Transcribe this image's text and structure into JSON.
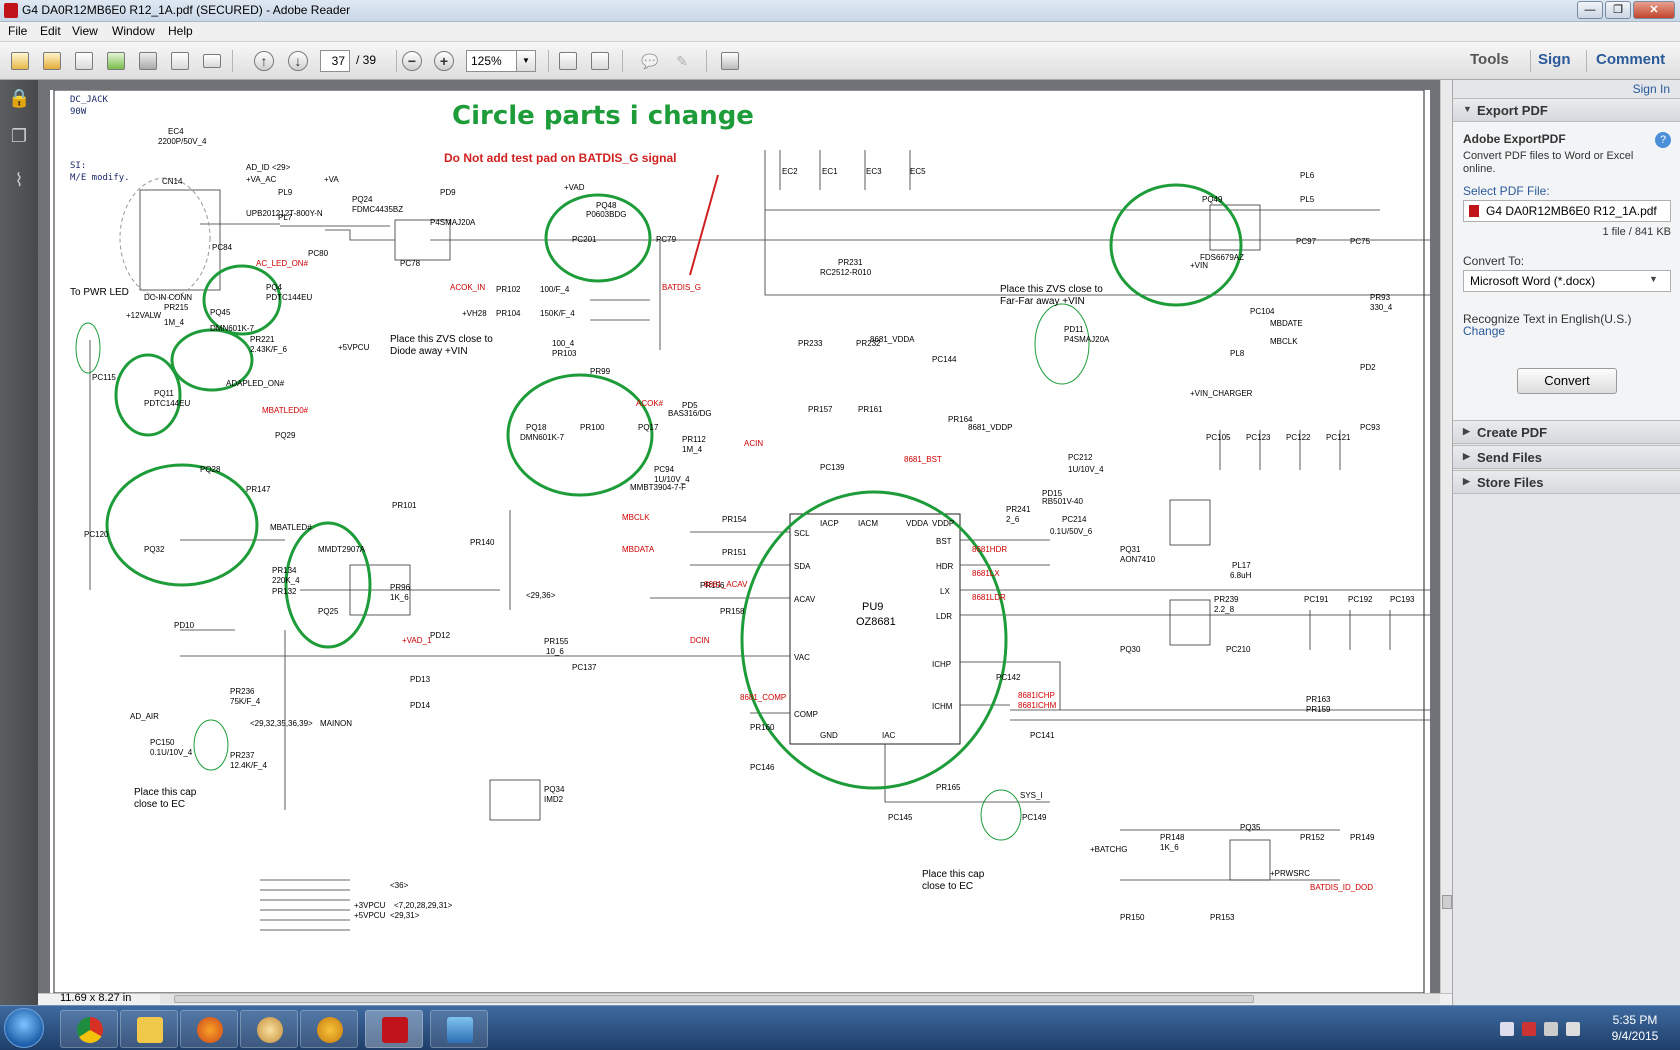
{
  "window": {
    "title": "G4 DA0R12MB6E0 R12_1A.pdf (SECURED) - Adobe Reader",
    "controls": {
      "minimize": "—",
      "maximize": "❐",
      "close": "✕"
    }
  },
  "menu": [
    "File",
    "Edit",
    "View",
    "Window",
    "Help"
  ],
  "toolbar": {
    "page_current": "37",
    "page_total": "/ 39",
    "zoom": "125%",
    "right_links": {
      "tools": "Tools",
      "sign": "Sign",
      "comment": "Comment"
    }
  },
  "status": {
    "page_size": "11.69 x 8.27 in"
  },
  "right_pane": {
    "sign_in": "Sign In",
    "export_pdf": {
      "header": "Export PDF",
      "title": "Adobe ExportPDF",
      "description": "Convert PDF files to Word or Excel online.",
      "select_label": "Select PDF File:",
      "file_name": "G4 DA0R12MB6E0 R12_1A.pdf",
      "file_count": "1 file / 841 KB",
      "convert_to_label": "Convert To:",
      "convert_to_value": "Microsoft Word (*.docx)",
      "recognize_text": "Recognize Text in English(U.S.)",
      "change_link": "Change",
      "convert_button": "Convert"
    },
    "sections": [
      "Create PDF",
      "Send Files",
      "Store Files"
    ]
  },
  "taskbar": {
    "time": "5:35 PM",
    "date": "9/4/2015",
    "apps": [
      "chrome-icon",
      "explorer-icon",
      "firefox-icon",
      "paint-icon",
      "media-player-icon",
      "adobe-reader-icon",
      "photo-viewer-icon"
    ]
  },
  "schematic": {
    "header": "DC_JACK",
    "power": "90W",
    "note_si": "SI:",
    "note_me": "M/E modify.",
    "handwritten_title": "Circle parts i change",
    "warning": "Do Not add test pad on BATDIS_G signal",
    "to_pwr_led": "To PWR LED",
    "zvs_note_1a": "Place this ZVS close to",
    "zvs_note_1b": "Diode away +VIN",
    "zvs_note_2a": "Place this ZVS close to",
    "zvs_note_2b": "Far-Far away +VIN",
    "cap_note_1a": "Place this cap",
    "cap_note_1b": "close to EC",
    "cap_note_2a": "Place this cap",
    "cap_note_2b": "close to EC",
    "ic_name": "PU9",
    "ic_part": "OZ8681",
    "ic_pins": [
      "SCL",
      "SDA",
      "ACAV",
      "VAC",
      "COMP",
      "GND",
      "IAC",
      "BST",
      "HDR",
      "LX",
      "LDR",
      "ICHP",
      "ICHM",
      "IACP",
      "IACM",
      "VDDA",
      "VDDP"
    ],
    "components": [
      "EC4",
      "2200P/50V_4",
      "CN14",
      "DC-IN CONN",
      "PL9",
      "UPB201212T-800Y-N",
      "PL7",
      "PC84",
      "PC80",
      "PQ24",
      "FDMC4435BZ",
      "PD9",
      "P4SMAJ20A",
      "PQ48",
      "P0603BDG",
      "PC201",
      "PC79",
      "PC78",
      "PQ4",
      "PDTC144EU",
      "PQ45",
      "DMN601K-7",
      "PR215",
      "1M_4",
      "PR221",
      "2.43K/F_6",
      "PC115",
      "PQ11",
      "PDTC144EU",
      "PQ29",
      "PQ32",
      "PQ28",
      "PR147",
      "PC120",
      "MMDT2907A",
      "PQ25",
      "PR134",
      "220K_4",
      "PR132",
      "PR96",
      "1K_6",
      "PR101",
      "PR140",
      "PR102",
      "100/F_4",
      "PR104",
      "150K/F_4",
      "PR103",
      "100_4",
      "PQ18",
      "DMN601K-7",
      "PR99",
      "PR100",
      "PQ17",
      "MMBT3904-7-F",
      "PD5",
      "BAS316/DG",
      "PR112",
      "1M_4",
      "PC94",
      "1U/10V_4",
      "PD10",
      "PD12",
      "PD13",
      "PD14",
      "PR155",
      "10_6",
      "PC137",
      "PR236",
      "75K/F_4",
      "PR237",
      "12.4K/F_4",
      "PC150",
      "0.1U/10V_4",
      "PQ34",
      "IMD2",
      "EC2",
      "EC1",
      "EC3",
      "EC5",
      "PR231",
      "RC2512-R010",
      "PR233",
      "PR232",
      "PC144",
      "PR157",
      "PR161",
      "PR164",
      "PC139",
      "PR154",
      "PR151",
      "PR156",
      "PR158",
      "PR160",
      "PC146",
      "PC142",
      "PC141",
      "PR165",
      "PC145",
      "PC149",
      "PQ49",
      "FDS6679AZ",
      "PL6",
      "PL5",
      "PC97",
      "PC75",
      "PD11",
      "P4SMAJ20A",
      "PC104",
      "PL8",
      "PC105",
      "PC123",
      "PC122",
      "PC121",
      "PR241",
      "2_6",
      "PC214",
      "0.1U/50V_6",
      "PD15",
      "RB501V-40",
      "PC212",
      "1U/10V_4",
      "PQ31",
      "AON7410",
      "PQ30",
      "PR239",
      "2.2_8",
      "PC210",
      "PL17",
      "6.8uH",
      "PC191",
      "PC192",
      "PC193",
      "PR163",
      "PR159",
      "PQ35",
      "PR148",
      "1K_6",
      "PR152",
      "PR149",
      "PR150",
      "PR153",
      "PR93",
      "330_4",
      "PD2",
      "PC93"
    ],
    "nets": [
      "AD_ID",
      "+VA_AC",
      "+VA",
      "+VAD",
      "AC_LED_ON#",
      "+12VALW",
      "+5VPCU",
      "ADAPLED_ON#",
      "MBATLED0#",
      "MBATLED#",
      "BATDIS_G",
      "ACOK_IN",
      "+VH28",
      "ACOK#",
      "ACIN",
      "MBCLK",
      "MBDATA",
      "8681_ACAV",
      "DCIN",
      "+VAD_1",
      "AD_AIR",
      "MAINON",
      "8681_VDDA",
      "8681_VDDP",
      "8681_BST",
      "8681HDR",
      "8681LX",
      "8681LDR",
      "8681ICHP",
      "8681ICHM",
      "8681_COMP",
      "SYS_I",
      "+BATCHG",
      "BATDIS_ID_DOD",
      "+VIN",
      "+VIN_CHARGER",
      "+PRWSRC",
      "MBDATE",
      "MBCLK",
      "+3VPCU",
      "+5VPCU"
    ],
    "net_refs": [
      "<29>",
      "<36>",
      "<7,20,28,29,31>",
      "<29,31>",
      "<29,36>",
      "<29,32,35,36,39>"
    ]
  }
}
